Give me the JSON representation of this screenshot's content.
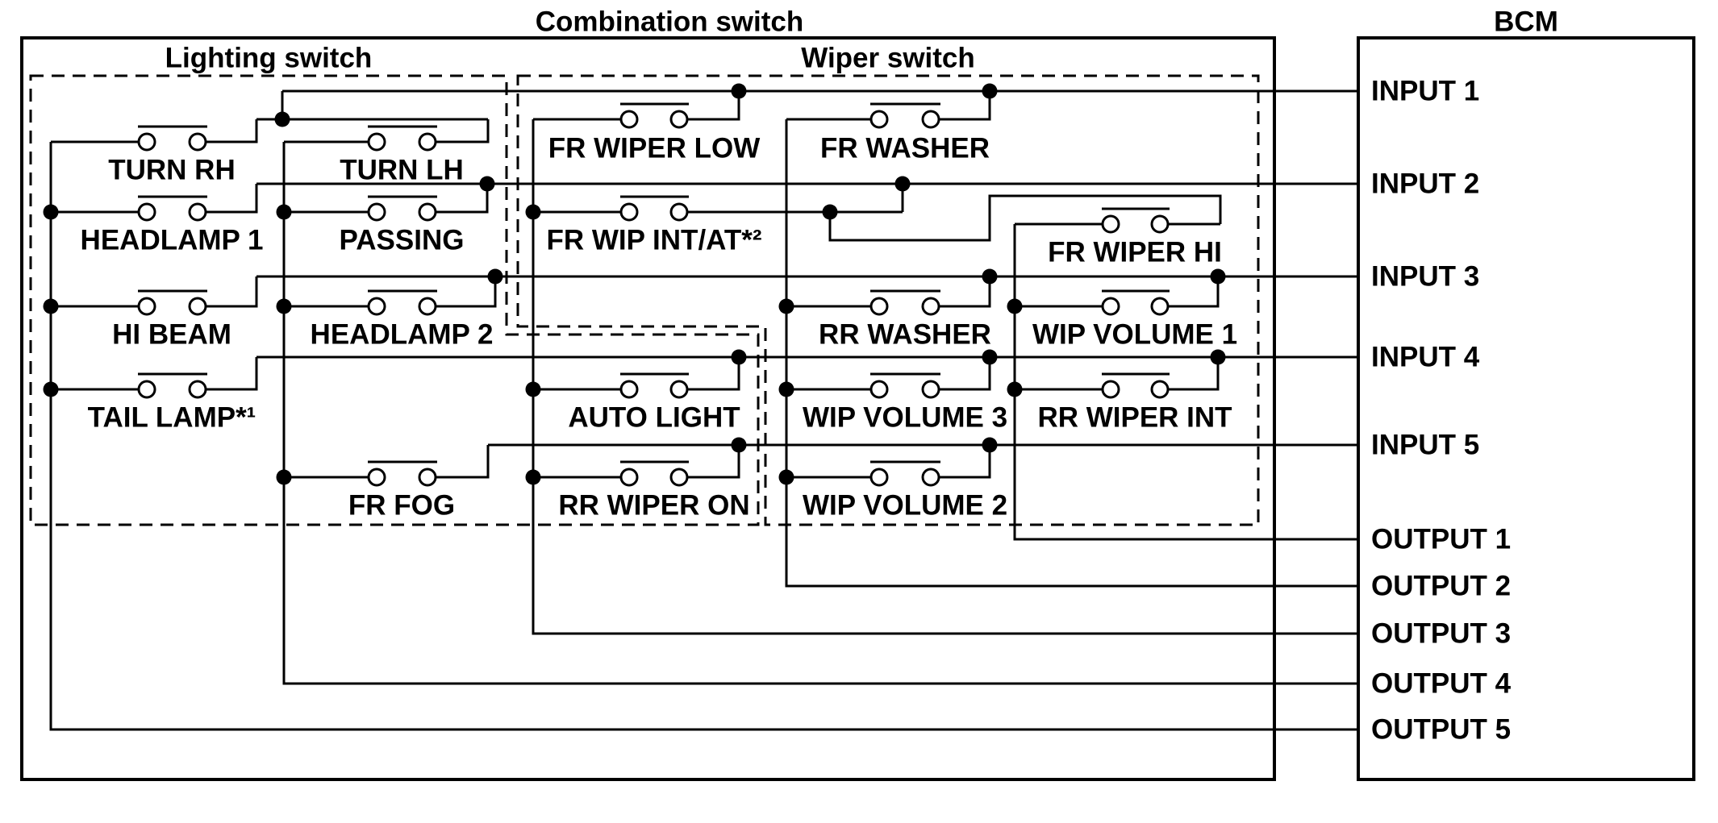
{
  "titles": {
    "combination_switch": "Combination switch",
    "lighting_switch": "Lighting switch",
    "wiper_switch": "Wiper switch",
    "bcm": "BCM"
  },
  "bcm_pins": {
    "inputs": [
      "INPUT 1",
      "INPUT 2",
      "INPUT 3",
      "INPUT 4",
      "INPUT 5"
    ],
    "outputs": [
      "OUTPUT 1",
      "OUTPUT 2",
      "OUTPUT 3",
      "OUTPUT 4",
      "OUTPUT 5"
    ]
  },
  "switches": {
    "turn_rh": {
      "label": "TURN RH",
      "group": "lighting",
      "output": "OUTPUT 5",
      "input": "INPUT 1"
    },
    "turn_lh": {
      "label": "TURN LH",
      "group": "lighting",
      "output": "OUTPUT 4",
      "input": "INPUT 1"
    },
    "fr_wiper_low": {
      "label": "FR WIPER LOW",
      "group": "wiper",
      "output": "OUTPUT 3",
      "input": "INPUT 1"
    },
    "fr_washer": {
      "label": "FR WASHER",
      "group": "wiper",
      "output": "OUTPUT 2",
      "input": "INPUT 1"
    },
    "headlamp_1": {
      "label": "HEADLAMP 1",
      "group": "lighting",
      "output": "OUTPUT 5",
      "input": "INPUT 2"
    },
    "passing": {
      "label": "PASSING",
      "group": "lighting",
      "output": "OUTPUT 4",
      "input": "INPUT 2"
    },
    "fr_wip_int_at": {
      "label": "FR WIP INT/AT*²",
      "group": "wiper",
      "output": "OUTPUT 3",
      "input": "INPUT 2"
    },
    "fr_wiper_hi": {
      "label": "FR WIPER HI",
      "group": "wiper",
      "output": "OUTPUT 1",
      "input": "INPUT 2"
    },
    "hi_beam": {
      "label": "HI BEAM",
      "group": "lighting",
      "output": "OUTPUT 5",
      "input": "INPUT 3"
    },
    "headlamp_2": {
      "label": "HEADLAMP 2",
      "group": "lighting",
      "output": "OUTPUT 4",
      "input": "INPUT 3"
    },
    "rr_washer": {
      "label": "RR WASHER",
      "group": "wiper",
      "output": "OUTPUT 2",
      "input": "INPUT 3"
    },
    "wip_volume_1": {
      "label": "WIP VOLUME 1",
      "group": "wiper",
      "output": "OUTPUT 1",
      "input": "INPUT 3"
    },
    "tail_lamp": {
      "label": "TAIL LAMP*¹",
      "group": "lighting",
      "output": "OUTPUT 5",
      "input": "INPUT 4"
    },
    "auto_light": {
      "label": "AUTO LIGHT",
      "group": "lighting",
      "output": "OUTPUT 3",
      "input": "INPUT 4"
    },
    "wip_volume_3": {
      "label": "WIP VOLUME 3",
      "group": "wiper",
      "output": "OUTPUT 2",
      "input": "INPUT 4"
    },
    "rr_wiper_int": {
      "label": "RR WIPER INT",
      "group": "wiper",
      "output": "OUTPUT 1",
      "input": "INPUT 4"
    },
    "fr_fog": {
      "label": "FR FOG",
      "group": "lighting",
      "output": "OUTPUT 4",
      "input": "INPUT 5"
    },
    "rr_wiper_on": {
      "label": "RR WIPER ON",
      "group": "wiper",
      "output": "OUTPUT 3",
      "input": "INPUT 5"
    },
    "wip_volume_2": {
      "label": "WIP VOLUME 2",
      "group": "wiper",
      "output": "OUTPUT 2",
      "input": "INPUT 5"
    }
  },
  "colors": {
    "line": "#000000",
    "background": "#ffffff"
  }
}
